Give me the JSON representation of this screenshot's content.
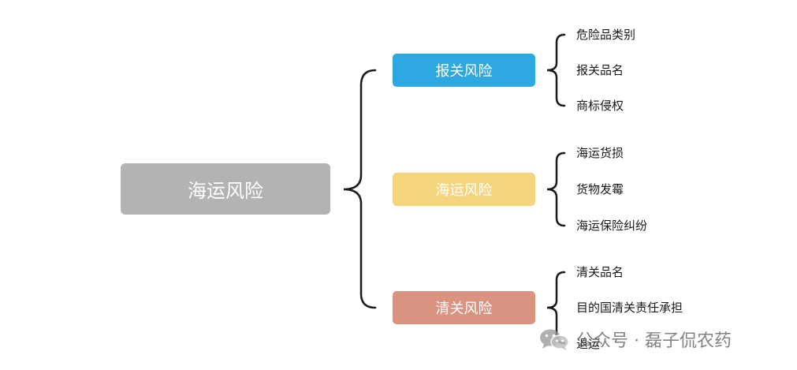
{
  "root": {
    "label": "海运风险",
    "color": "#b3b3b3"
  },
  "branches": [
    {
      "label": "报关风险",
      "color": "#2ea8e0",
      "leaves": [
        "危险品类别",
        "报关品名",
        "商标侵权"
      ]
    },
    {
      "label": "海运风险",
      "color": "#f4d47c",
      "leaves": [
        "海运货损",
        "货物发霉",
        "海运保险纠纷"
      ]
    },
    {
      "label": "清关风险",
      "color": "#d99380",
      "leaves": [
        "清关品名",
        "目的国清关责任承担",
        "退运"
      ]
    }
  ],
  "watermark": {
    "text": "公众号 · 磊子侃农药",
    "icon": "wechat-icon"
  }
}
